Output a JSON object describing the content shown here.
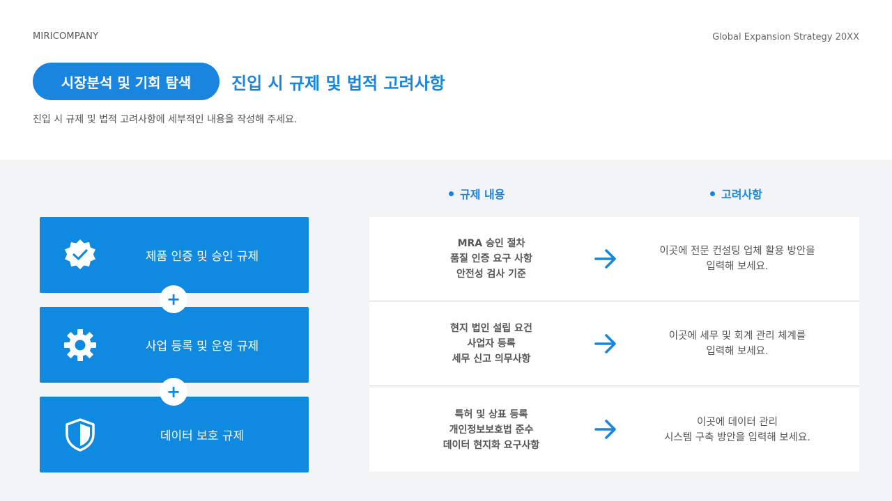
{
  "header": {
    "company": "MIRICOMPANY",
    "deck_title": "Global Expansion Strategy 20XX",
    "section_pill": "시장분석 및 기회 탐색",
    "slide_title": "진입 시 규제 및 법적 고려사항",
    "subtitle": "진입 시 규제 및 법적 고려사항에 세부적인 내용을 작성해 주세요."
  },
  "columns": {
    "content_heading": "규제 내용",
    "consider_heading": "고려사항"
  },
  "categories": [
    {
      "label": "제품 인증 및 승인 규제",
      "icon": "verified-badge-icon"
    },
    {
      "label": "사업 등록 및 운영 규제",
      "icon": "gear-icon"
    },
    {
      "label": "데이터 보호 규제",
      "icon": "shield-icon"
    }
  ],
  "plus_symbol": "+",
  "rows": [
    {
      "content": [
        "MRA 승인 절차",
        "품질 인증 요구 사항",
        "안전성 검사 기준"
      ],
      "consider": [
        "이곳에 전문 컨설팅 업체 활용 방안을",
        "입력해 보세요."
      ]
    },
    {
      "content": [
        "현지 법인 설립 요건",
        "사업자 등록",
        "세무 신고 의무사항"
      ],
      "consider": [
        "이곳에 세무 및 회계 관리 체계를",
        "입력해 보세요."
      ]
    },
    {
      "content": [
        "특허 및 상표 등록",
        "개인정보보호법 준수",
        "데이터 현지화 요구사항"
      ],
      "consider": [
        "이곳에 데이터 관리",
        "시스템 구축 방안을 입력해 보세요."
      ]
    }
  ],
  "colors": {
    "accent": "#1a85df",
    "card": "#1089e0",
    "band": "#f3f4f6"
  }
}
